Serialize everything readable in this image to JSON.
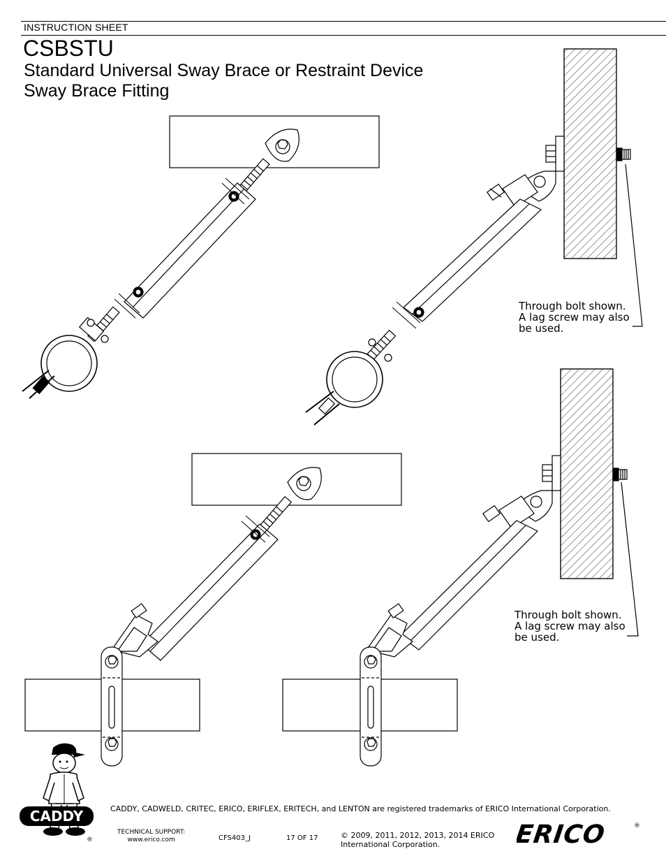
{
  "header": {
    "doc_type": "INSTRUCTION SHEET",
    "product_code": "CSBSTU",
    "title_line1": "Standard Universal Sway Brace or Restraint Device",
    "title_line2": "Sway Brace Fitting"
  },
  "notes": [
    {
      "line1": "Through bolt shown.",
      "line2": "A lag screw may also",
      "line3": "be used."
    },
    {
      "line1": "Through bolt shown.",
      "line2": "A lag screw may also",
      "line3": "be used."
    }
  ],
  "footer": {
    "trademarks": "CADDY, CADWELD, CRITEC, ERICO, ERIFLEX, ERITECH, and LENTON are registered trademarks of ERICO International Corporation.",
    "tech_support_label": "TECHNICAL SUPPORT:",
    "tech_support_url": "www.erico.com",
    "doc_code": "CFS403_J",
    "page": "17 OF 17",
    "copyright_line1": "© 2009, 2011, 2012, 2013, 2014 ERICO",
    "copyright_line2": "International Corporation.",
    "brand_logo": "ERICO",
    "caddy_logo": "CADDY",
    "registered_mark": "®"
  }
}
